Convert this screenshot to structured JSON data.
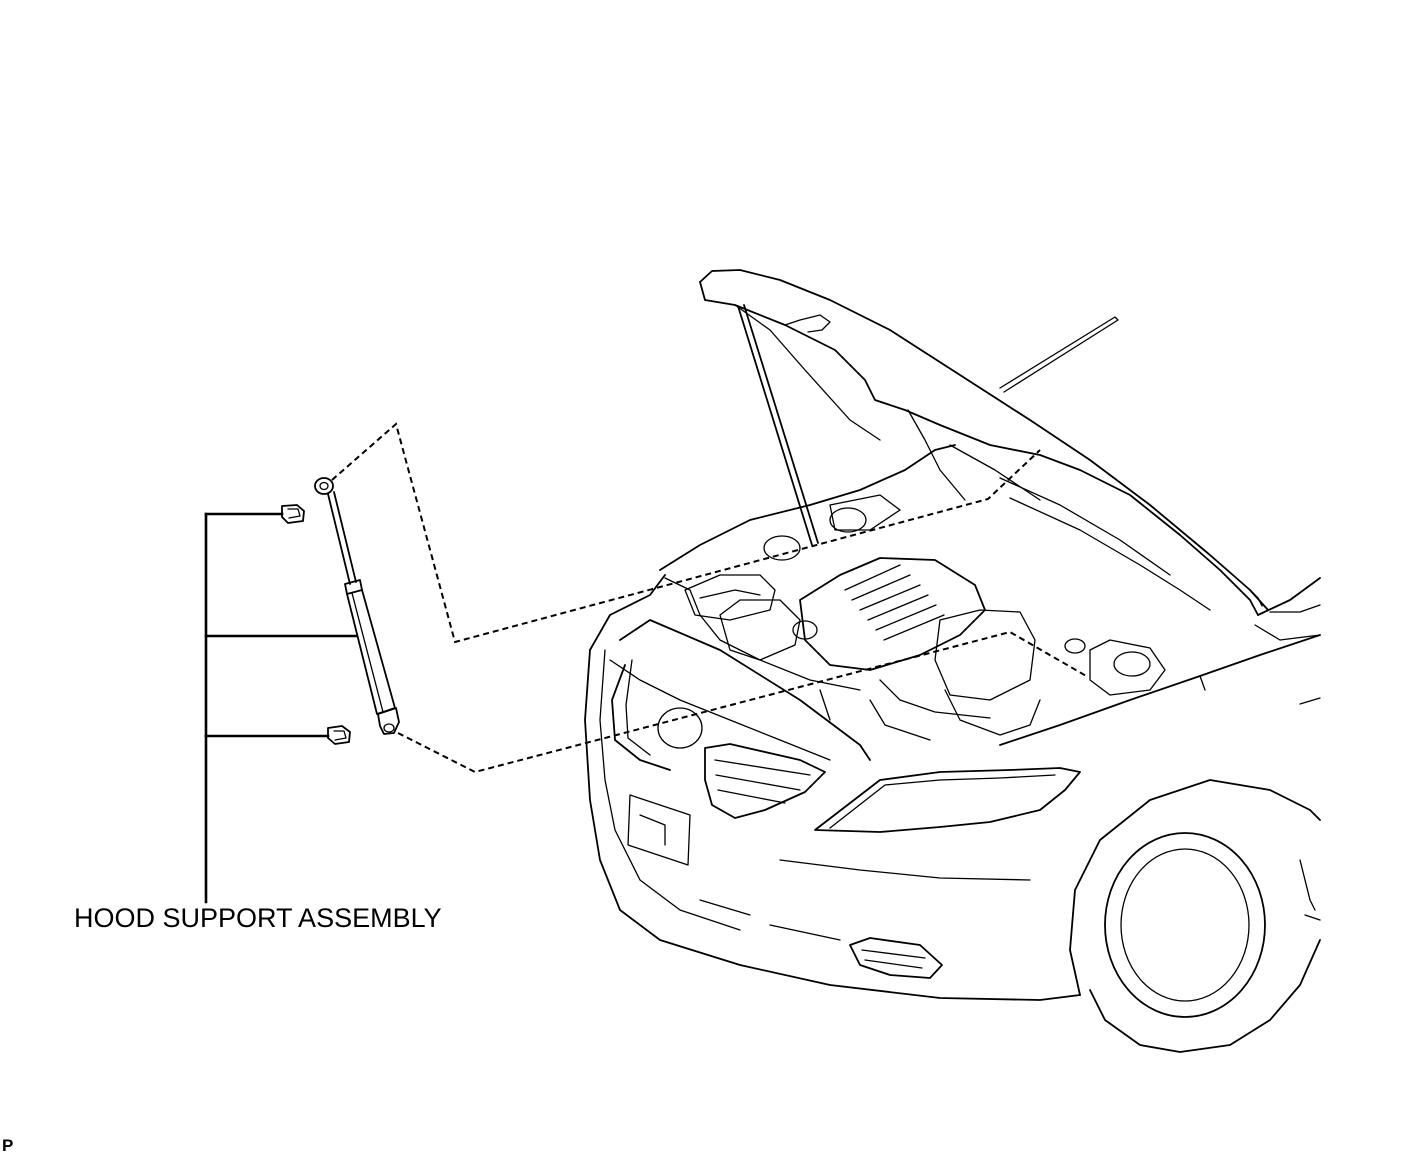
{
  "diagram": {
    "callout_label": "HOOD SUPPORT ASSEMBLY",
    "page_marker": "P",
    "parts": [
      "hood-support-strut",
      "upper-retainer-clip",
      "lower-retainer-clip",
      "vehicle-front-engine-bay"
    ]
  }
}
